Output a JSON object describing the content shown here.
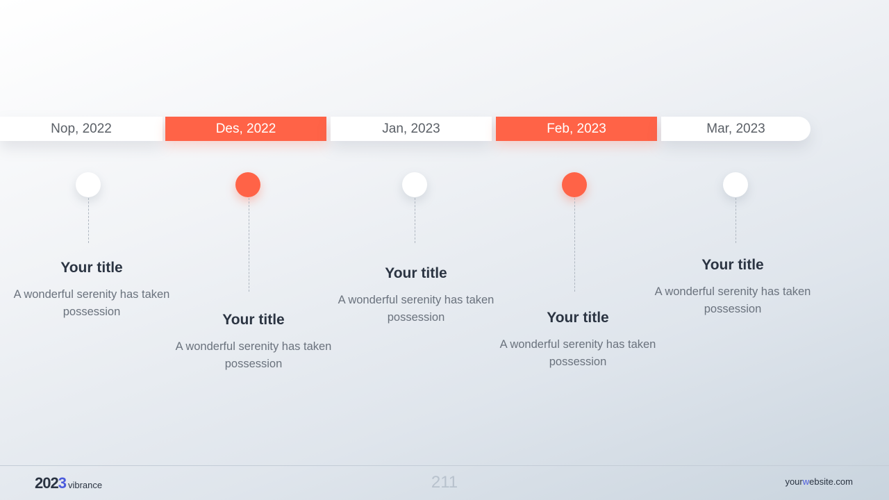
{
  "timeline": [
    {
      "date": "Nop, 2022",
      "title": "Your title",
      "description": "A wonderful serenity has taken possession",
      "accent": false
    },
    {
      "date": "Des, 2022",
      "title": "Your title",
      "description": "A wonderful serenity has taken possession",
      "accent": true
    },
    {
      "date": "Jan, 2023",
      "title": "Your title",
      "description": "A wonderful serenity has taken possession",
      "accent": false
    },
    {
      "date": "Feb, 2023",
      "title": "Your title",
      "description": "A wonderful serenity has taken possession",
      "accent": true
    },
    {
      "date": "Mar, 2023",
      "title": "Your title",
      "description": "A wonderful serenity has taken possession",
      "accent": false
    }
  ],
  "footer": {
    "brand_year_prefix": "202",
    "brand_year_accent": "3",
    "brand_name": "vibrance",
    "page_number": "211",
    "website_prefix": "your",
    "website_accent": "w",
    "website_suffix": "ebsite.com"
  },
  "colors": {
    "accent": "#ff6347",
    "brand_blue": "#4b5bdc",
    "title_text": "#2b3442",
    "body_text": "#6a727d"
  }
}
